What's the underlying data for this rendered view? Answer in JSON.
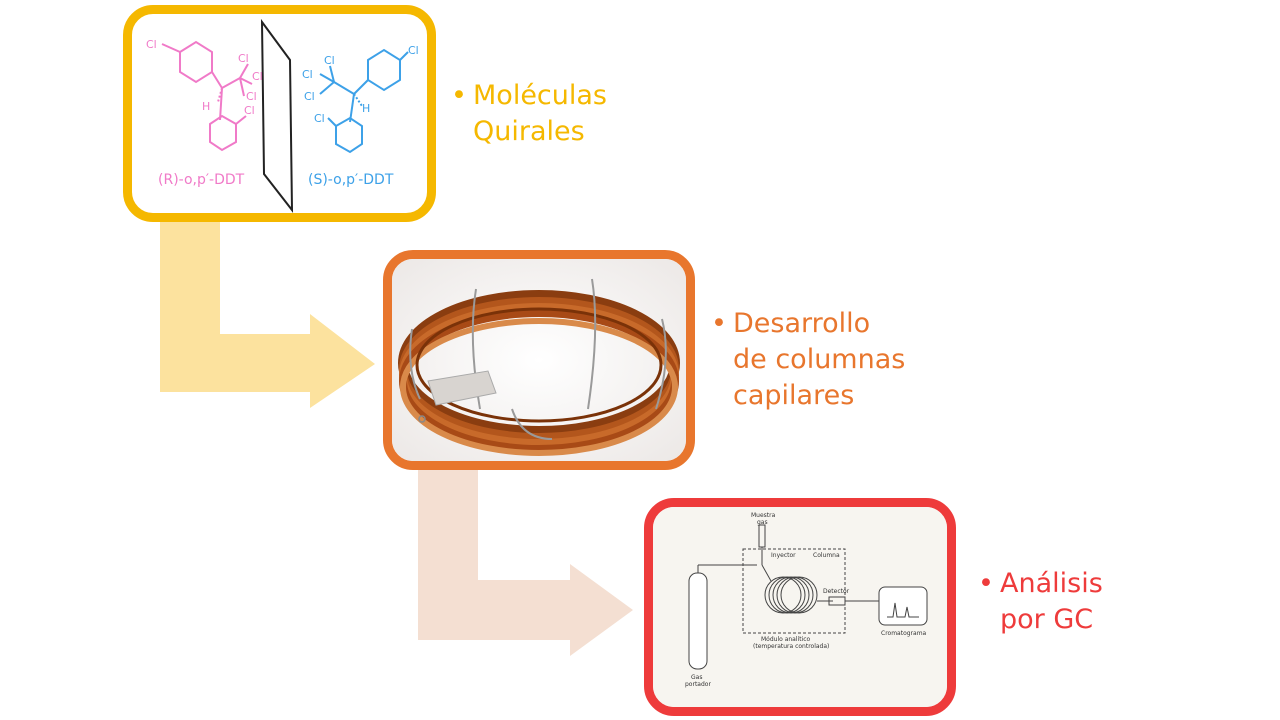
{
  "steps": [
    {
      "label_lines": [
        "Moléculas",
        "Quirales"
      ],
      "bullet": "•",
      "color": "#F5B800",
      "image": {
        "left_caption": "(R)-o,p′-DDT",
        "right_caption": "(S)-o,p′-DDT",
        "atoms": {
          "chlorine": "Cl",
          "hydrogen": "H"
        }
      }
    },
    {
      "label_lines": [
        "Desarrollo",
        "de columnas",
        "capilares"
      ],
      "bullet": "•",
      "color": "#E8762D"
    },
    {
      "label_lines": [
        "Análisis",
        "por GC"
      ],
      "bullet": "•",
      "color": "#EE3B3B",
      "image": {
        "muestra_gas": [
          "Muestra",
          "gas"
        ],
        "inyector": "Inyector",
        "columna": "Columna",
        "detector": "Detector",
        "modulo": [
          "Módulo analítico",
          "(temperatura controlada)"
        ],
        "cromatograma": "Cromatograma",
        "gas_portador": [
          "Gas",
          "portador"
        ]
      }
    }
  ],
  "colors": {
    "arrow1": "#FCE29E",
    "arrow2": "#F4DFD2",
    "molecule_left": "#F07AC8",
    "molecule_right": "#3DA1E8"
  }
}
